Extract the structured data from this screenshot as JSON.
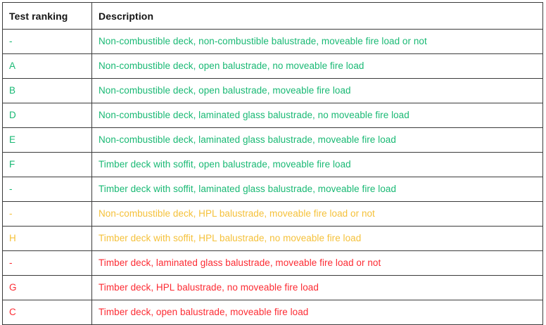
{
  "table": {
    "columns": [
      {
        "key": "ranking",
        "label": "Test ranking"
      },
      {
        "key": "description",
        "label": "Description"
      }
    ],
    "level_colors": {
      "green": "#19b974",
      "amber": "#f5c13a",
      "red": "#fc2b33"
    },
    "rows": [
      {
        "ranking": "-",
        "description": "Non-combustible deck, non-combustible balustrade, moveable fire load or not",
        "level": "green"
      },
      {
        "ranking": "A",
        "description": "Non-combustible deck, open balustrade, no moveable fire load",
        "level": "green"
      },
      {
        "ranking": "B",
        "description": "Non-combustible deck, open balustrade, moveable fire load",
        "level": "green"
      },
      {
        "ranking": "D",
        "description": "Non-combustible deck, laminated glass balustrade, no moveable fire load",
        "level": "green"
      },
      {
        "ranking": "E",
        "description": "Non-combustible deck, laminated glass balustrade, moveable fire load",
        "level": "green"
      },
      {
        "ranking": "F",
        "description": "Timber deck with soffit, open balustrade, moveable fire load",
        "level": "green"
      },
      {
        "ranking": "-",
        "description": "Timber deck with soffit, laminated glass balustrade, moveable fire load",
        "level": "green"
      },
      {
        "ranking": "-",
        "description": "Non-combustible deck, HPL balustrade, moveable fire load or not",
        "level": "amber"
      },
      {
        "ranking": "H",
        "description": "Timber deck with soffit, HPL balustrade, no moveable fire load",
        "level": "amber"
      },
      {
        "ranking": "-",
        "description": "Timber deck, laminated glass balustrade, moveable fire load or not",
        "level": "red"
      },
      {
        "ranking": "G",
        "description": "Timber deck, HPL balustrade, no moveable fire load",
        "level": "red"
      },
      {
        "ranking": "C",
        "description": "Timber deck, open balustrade, moveable fire load",
        "level": "red"
      }
    ]
  }
}
